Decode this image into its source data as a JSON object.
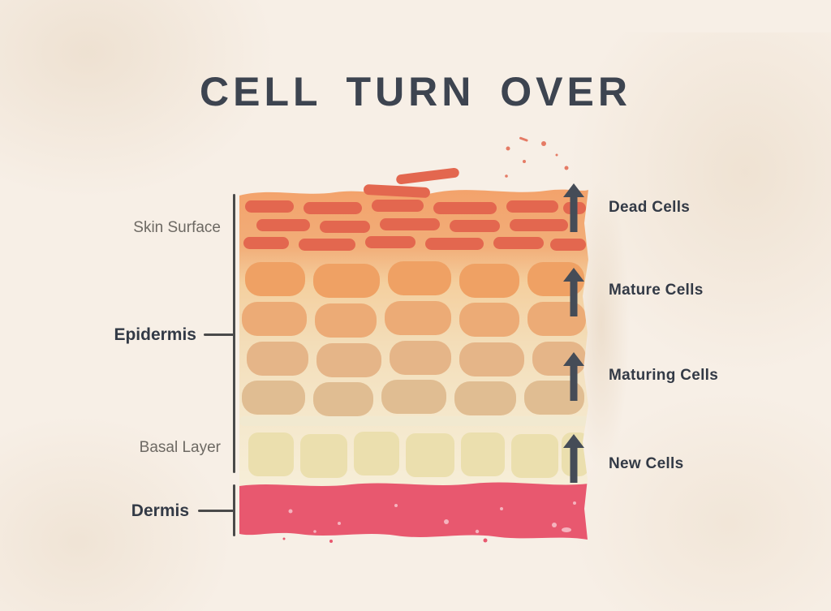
{
  "title": "CELL TURN OVER",
  "left_labels": {
    "skin_surface": "Skin Surface",
    "epidermis": "Epidermis",
    "basal_layer": "Basal Layer",
    "dermis": "Dermis"
  },
  "right_labels": {
    "dead_cells": "Dead Cells",
    "mature_cells": "Mature Cells",
    "maturing_cells": "Maturing Cells",
    "new_cells": "New Cells"
  },
  "colors": {
    "bg": "#f7efe6",
    "title": "#3d4450",
    "label-dark": "#333a46",
    "label-gray": "#6d6963",
    "arrow": "#454c57",
    "line": "#4a4a4a",
    "dead-cell": "#e3674f",
    "cell-row1": "#efa164",
    "cell-row2": "#ecab76",
    "cell-row3": "#e5b588",
    "cell-row4": "#e0bd92",
    "separator": "#f1e9d0",
    "basal-cell": "#ebdfae",
    "dermis-pink": "#e8586f"
  }
}
